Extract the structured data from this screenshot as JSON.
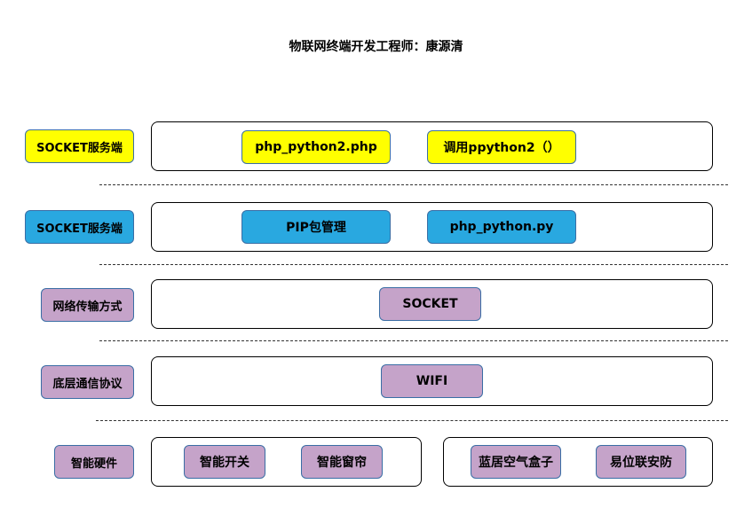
{
  "title": "物联网终端开发工程师：康源清",
  "colors": {
    "yellow": "#ffff00",
    "blue": "#29a8e0",
    "purple": "#c5a3c9",
    "border": "#3a6ea5"
  },
  "layers": [
    {
      "label": "SOCKET服务端",
      "color": "yellow",
      "items": [
        "php_python2.php",
        "调用ppython2（）"
      ]
    },
    {
      "label": "SOCKET服务端",
      "color": "blue",
      "items": [
        "PIP包管理",
        "php_python.py"
      ]
    },
    {
      "label": "网络传输方式",
      "color": "purple",
      "items": [
        "SOCKET"
      ]
    },
    {
      "label": "底层通信协议",
      "color": "purple",
      "items": [
        "WIFI"
      ]
    },
    {
      "label": "智能硬件",
      "color": "purple",
      "groups": [
        [
          "智能开关",
          "智能窗帘"
        ],
        [
          "蓝居空气盒子",
          "易位联安防"
        ]
      ]
    }
  ]
}
